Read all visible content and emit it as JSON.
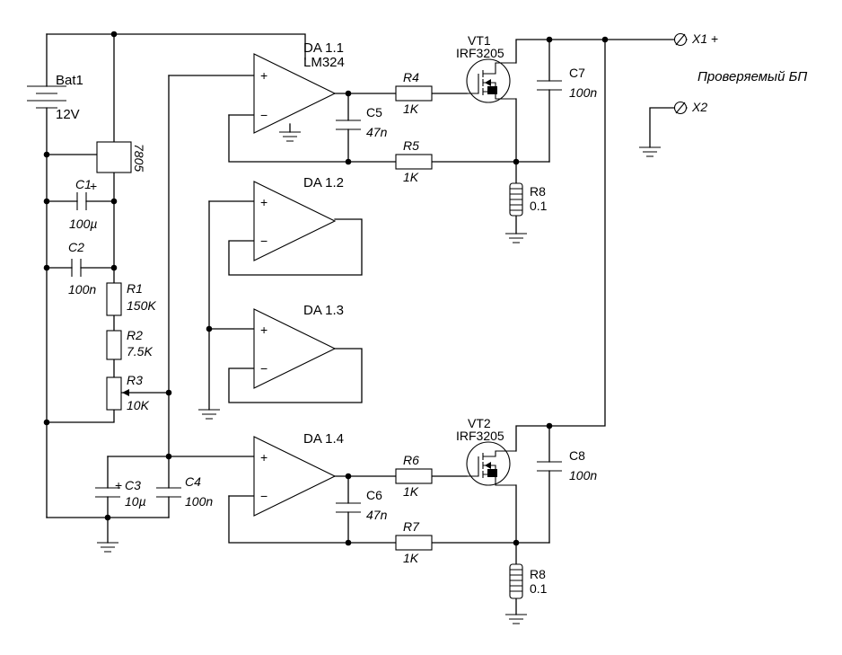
{
  "components": {
    "bat1": {
      "name": "Bat1",
      "value": "12V"
    },
    "reg": {
      "name": "7805"
    },
    "c1": {
      "name": "C1",
      "value": "100µ",
      "polarity": "+"
    },
    "c2": {
      "name": "C2",
      "value": "100n"
    },
    "r1": {
      "name": "R1",
      "value": "150K"
    },
    "r2": {
      "name": "R2",
      "value": "7.5K"
    },
    "r3": {
      "name": "R3",
      "value": "10K"
    },
    "c3": {
      "name": "C3",
      "value": "10µ",
      "polarity": "+"
    },
    "c4": {
      "name": "C4",
      "value": "100n"
    },
    "da11": {
      "name": "DA 1.1",
      "part": "LM324"
    },
    "da12": {
      "name": "DA 1.2"
    },
    "da13": {
      "name": "DA 1.3"
    },
    "da14": {
      "name": "DA 1.4"
    },
    "opamp_plus": "+",
    "opamp_minus": "−",
    "r4": {
      "name": "R4",
      "value": "1K"
    },
    "r5": {
      "name": "R5",
      "value": "1K"
    },
    "r6": {
      "name": "R6",
      "value": "1K"
    },
    "r7": {
      "name": "R7",
      "value": "1K"
    },
    "c5": {
      "name": "C5",
      "value": "47n"
    },
    "c6": {
      "name": "C6",
      "value": "47n"
    },
    "vt1": {
      "name": "VT1",
      "part": "IRF3205"
    },
    "vt2": {
      "name": "VT2",
      "part": "IRF3205"
    },
    "c7": {
      "name": "C7",
      "value": "100n"
    },
    "c8": {
      "name": "C8",
      "value": "100n"
    },
    "r8_top": {
      "name": "R8",
      "value": "0.1"
    },
    "r8_bottom": {
      "name": "R8",
      "value": "0.1"
    },
    "x1": {
      "name": "X1",
      "polarity": "+"
    },
    "x2": {
      "name": "X2"
    },
    "load_label": "Проверяемый БП"
  }
}
